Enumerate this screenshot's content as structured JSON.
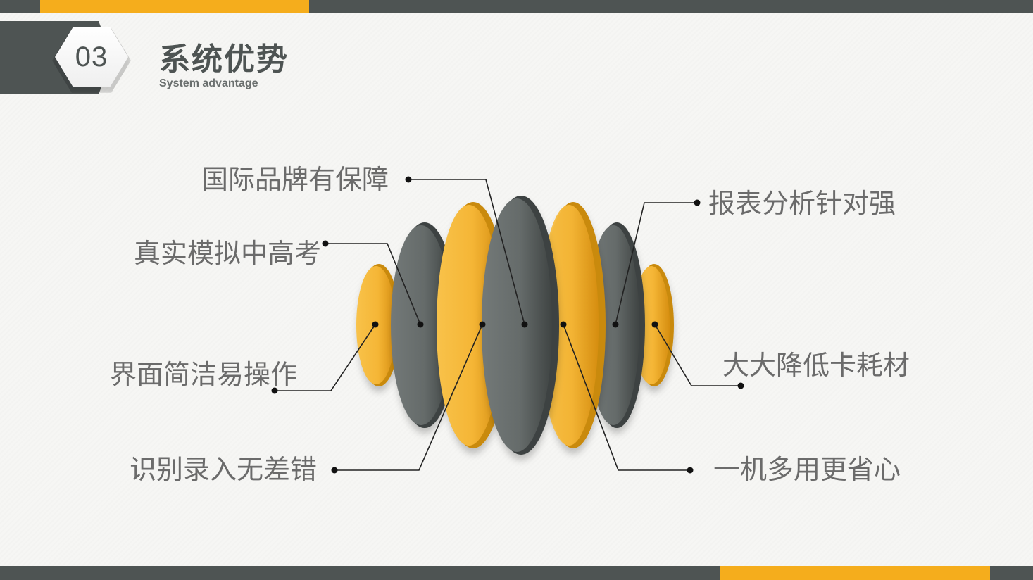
{
  "header": {
    "section_number": "03",
    "title": "系统优势",
    "subtitle": "System advantage"
  },
  "colors": {
    "accent": "#f5ad1c",
    "dark": "#4e5453",
    "disc_yellow": "#f5b636",
    "disc_gray": "#656b6a",
    "text": "#6b6b6b"
  },
  "features": {
    "left": [
      "国际品牌有保障",
      "真实模拟中高考",
      "界面简洁易操作",
      "识别录入无差错"
    ],
    "right": [
      "报表分析针对强",
      "大大降低卡耗材",
      "一机多用更省心"
    ]
  },
  "diagram": {
    "discs": [
      {
        "color": "yellow"
      },
      {
        "color": "gray"
      },
      {
        "color": "yellow"
      },
      {
        "color": "gray"
      },
      {
        "color": "yellow"
      },
      {
        "color": "gray"
      },
      {
        "color": "yellow"
      }
    ]
  }
}
